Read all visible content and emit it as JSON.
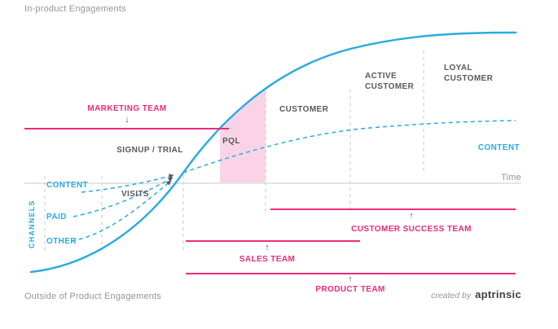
{
  "header": {
    "title": "In-product Engagements"
  },
  "footer": {
    "outside_label": "Outside of Product Engagements",
    "credit_prefix": "created by",
    "brand": "aptrinsic"
  },
  "axis": {
    "time": "Time"
  },
  "stages": {
    "visits": "VISITS",
    "signup_trial": "SIGNUP / TRIAL",
    "pql": "PQL",
    "customer": "CUSTOMER",
    "active_customer": "ACTIVE\nCUSTOMER",
    "loyal_customer": "LOYAL\nCUSTOMER"
  },
  "channels": {
    "label": "CHANNELS",
    "items": [
      "CONTENT",
      "PAID",
      "OTHER"
    ]
  },
  "curves": {
    "content": "CONTENT"
  },
  "teams": {
    "marketing": "MARKETING TEAM",
    "sales": "SALES TEAM",
    "product": "PRODUCT TEAM",
    "customer_success": "CUSTOMER SUCCESS TEAM"
  },
  "icons": {
    "up_arrow": "↑",
    "down_arrow": "↓"
  },
  "colors": {
    "accent-pink": "#ee2a7b",
    "accent-blue": "#29abe2",
    "pql-fill": "#fad4e6",
    "line-gray": "#dcdcdc",
    "dash-gray": "#c8c8c8",
    "text-dark": "#58595b",
    "text-gray": "#939598"
  }
}
